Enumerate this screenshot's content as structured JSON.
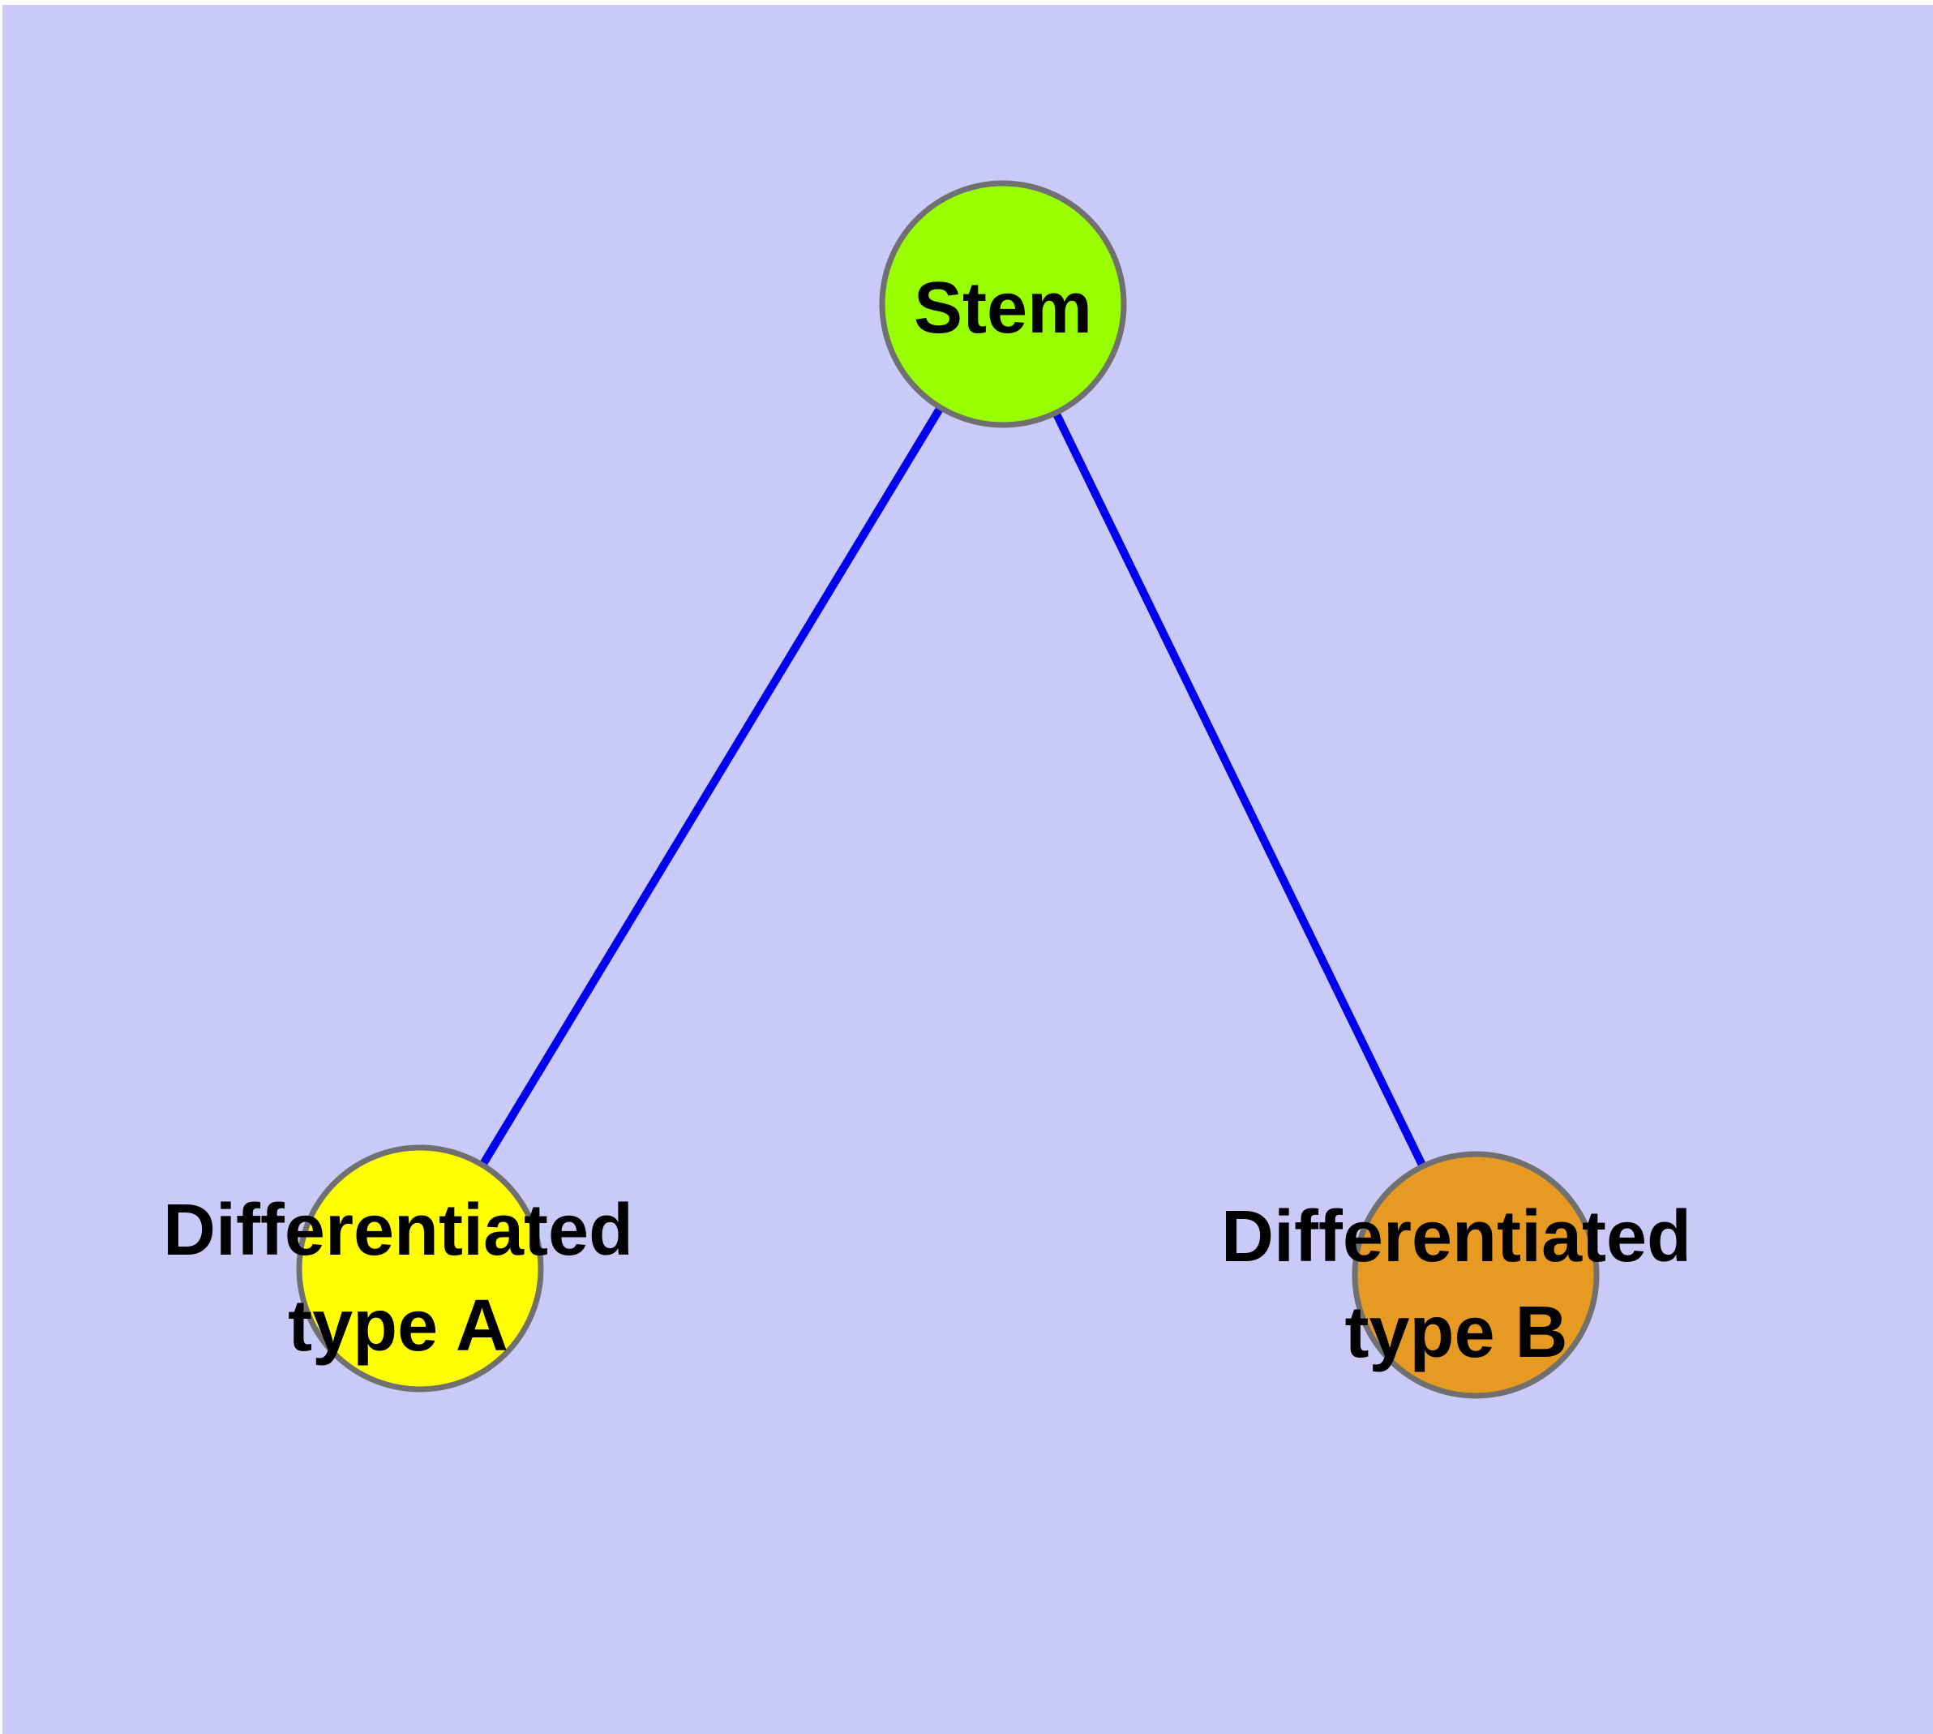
{
  "diagram": {
    "type": "node-link-graph",
    "background_color": "#CACAF8",
    "margin_color": "#FFFFFF",
    "edge_color": "#0000EE",
    "edge_width": 10,
    "node_border_color": "#707070",
    "label_color": "#000000",
    "nodes": [
      {
        "id": "stem",
        "label": "Stem",
        "label_line1": "Stem",
        "label_line2": "",
        "fill": "#98FE00"
      },
      {
        "id": "diff-a",
        "label": "Differentiated type A",
        "label_line1": "Differentiated",
        "label_line2": "type A",
        "fill": "#FFFF00"
      },
      {
        "id": "diff-b",
        "label": "Differentiated type B",
        "label_line1": "Differentiated",
        "label_line2": "type B",
        "fill": "#E69A22"
      }
    ],
    "edges": [
      {
        "from": "Stem",
        "to": "Differentiated type A"
      },
      {
        "from": "Stem",
        "to": "Differentiated type B"
      }
    ]
  }
}
